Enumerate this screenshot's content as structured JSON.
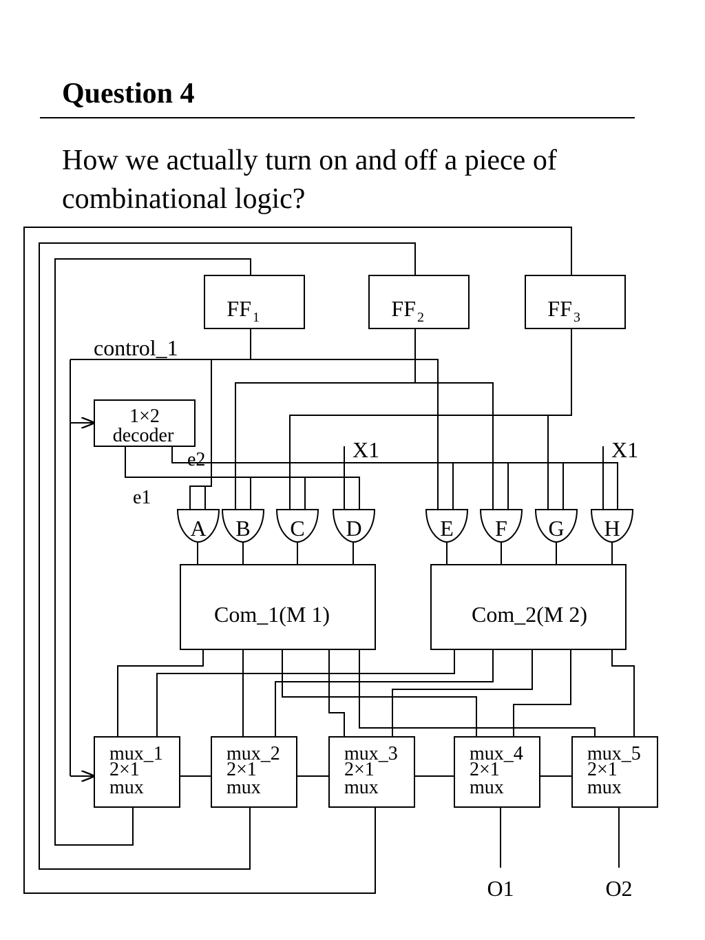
{
  "title": "Question 4",
  "question": "How we actually turn on and off a piece of combinational logic?",
  "diagram": {
    "flipflops": [
      {
        "base": "FF",
        "sub": "1"
      },
      {
        "base": "FF",
        "sub": "2"
      },
      {
        "base": "FF",
        "sub": "3"
      }
    ],
    "control_label": "control_1",
    "decoder": {
      "line1": "1×2",
      "line2": "decoder"
    },
    "enable_labels": {
      "e1": "e1",
      "e2": "e2"
    },
    "inputs": {
      "left": "X1",
      "right": "X1"
    },
    "gates": [
      "A",
      "B",
      "C",
      "D",
      "E",
      "F",
      "G",
      "H"
    ],
    "modules": [
      "Com_1(M 1)",
      "Com_2(M 2)"
    ],
    "muxes": [
      {
        "name": "mux_1",
        "size": "2×1",
        "kind": "mux"
      },
      {
        "name": "mux_2",
        "size": "2×1",
        "kind": "mux"
      },
      {
        "name": "mux_3",
        "size": "2×1",
        "kind": "mux"
      },
      {
        "name": "mux_4",
        "size": "2×1",
        "kind": "mux"
      },
      {
        "name": "mux_5",
        "size": "2×1",
        "kind": "mux"
      }
    ],
    "outputs": [
      "O1",
      "O2"
    ]
  }
}
